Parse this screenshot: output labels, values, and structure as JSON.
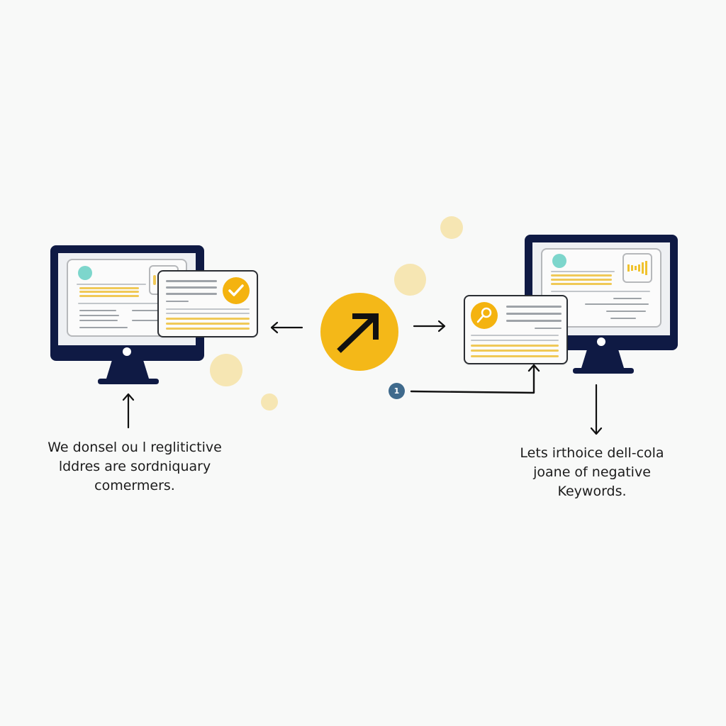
{
  "diagram": {
    "left_caption": {
      "lines": [
        "We donsel ou l reglitictive",
        "lddres are sordniquary",
        "comermers."
      ]
    },
    "right_caption": {
      "lines": [
        "Lets irthoice dell-cola",
        "joane of negative",
        "Keywords."
      ]
    },
    "center_node": {
      "icon": "arrow-up-right-icon",
      "color": "#f4b818"
    },
    "step_badge": {
      "label": "1",
      "color": "#3f6a8c"
    },
    "left_monitor": {
      "card_icon": "checkmark-icon"
    },
    "right_monitor": {
      "card_icon": "magnifier-icon",
      "thumb_icon": "audio-bars-icon"
    },
    "colors": {
      "navy": "#0f1a44",
      "accent_yellow": "#f4b818",
      "line_yellow": "#f0c957",
      "teal": "#7dd6cc",
      "pale_yellow": "#f6e6b3"
    }
  }
}
